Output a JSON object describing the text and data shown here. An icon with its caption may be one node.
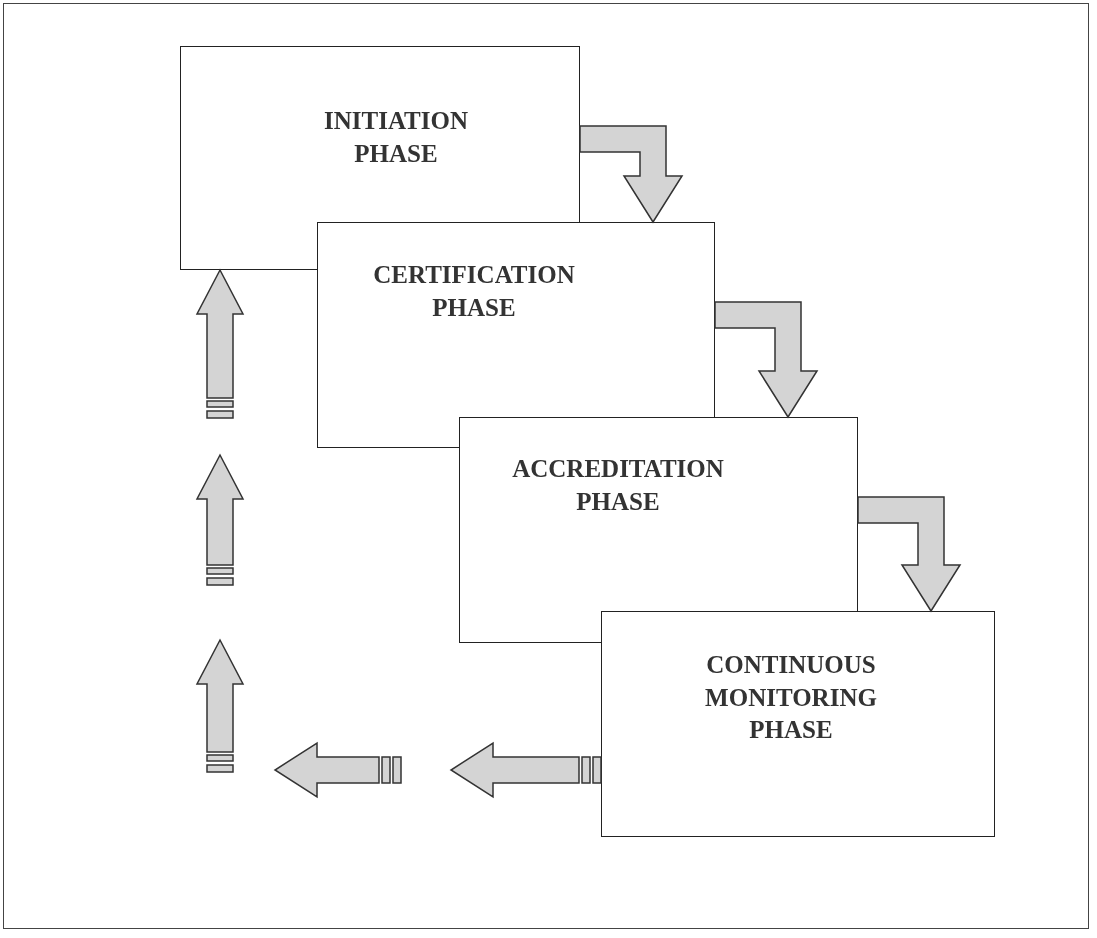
{
  "diagram": {
    "nodes": [
      {
        "text": [
          "INITIATION PHASE"
        ]
      },
      {
        "text": [
          "CERTIFICATION PHASE"
        ]
      },
      {
        "text": [
          "ACCREDITATION PHASE"
        ]
      },
      {
        "text": [
          "CONTINUOUS MONITORING PHASE"
        ]
      }
    ],
    "edges": [
      {
        "from": 0,
        "to": 1,
        "arrow": "to"
      },
      {
        "from": 1,
        "to": 2,
        "arrow": "to"
      },
      {
        "from": 2,
        "to": 3,
        "arrow": "to"
      },
      {
        "from": 3,
        "to": 0,
        "arrow": "to",
        "style": "dashed"
      }
    ]
  }
}
